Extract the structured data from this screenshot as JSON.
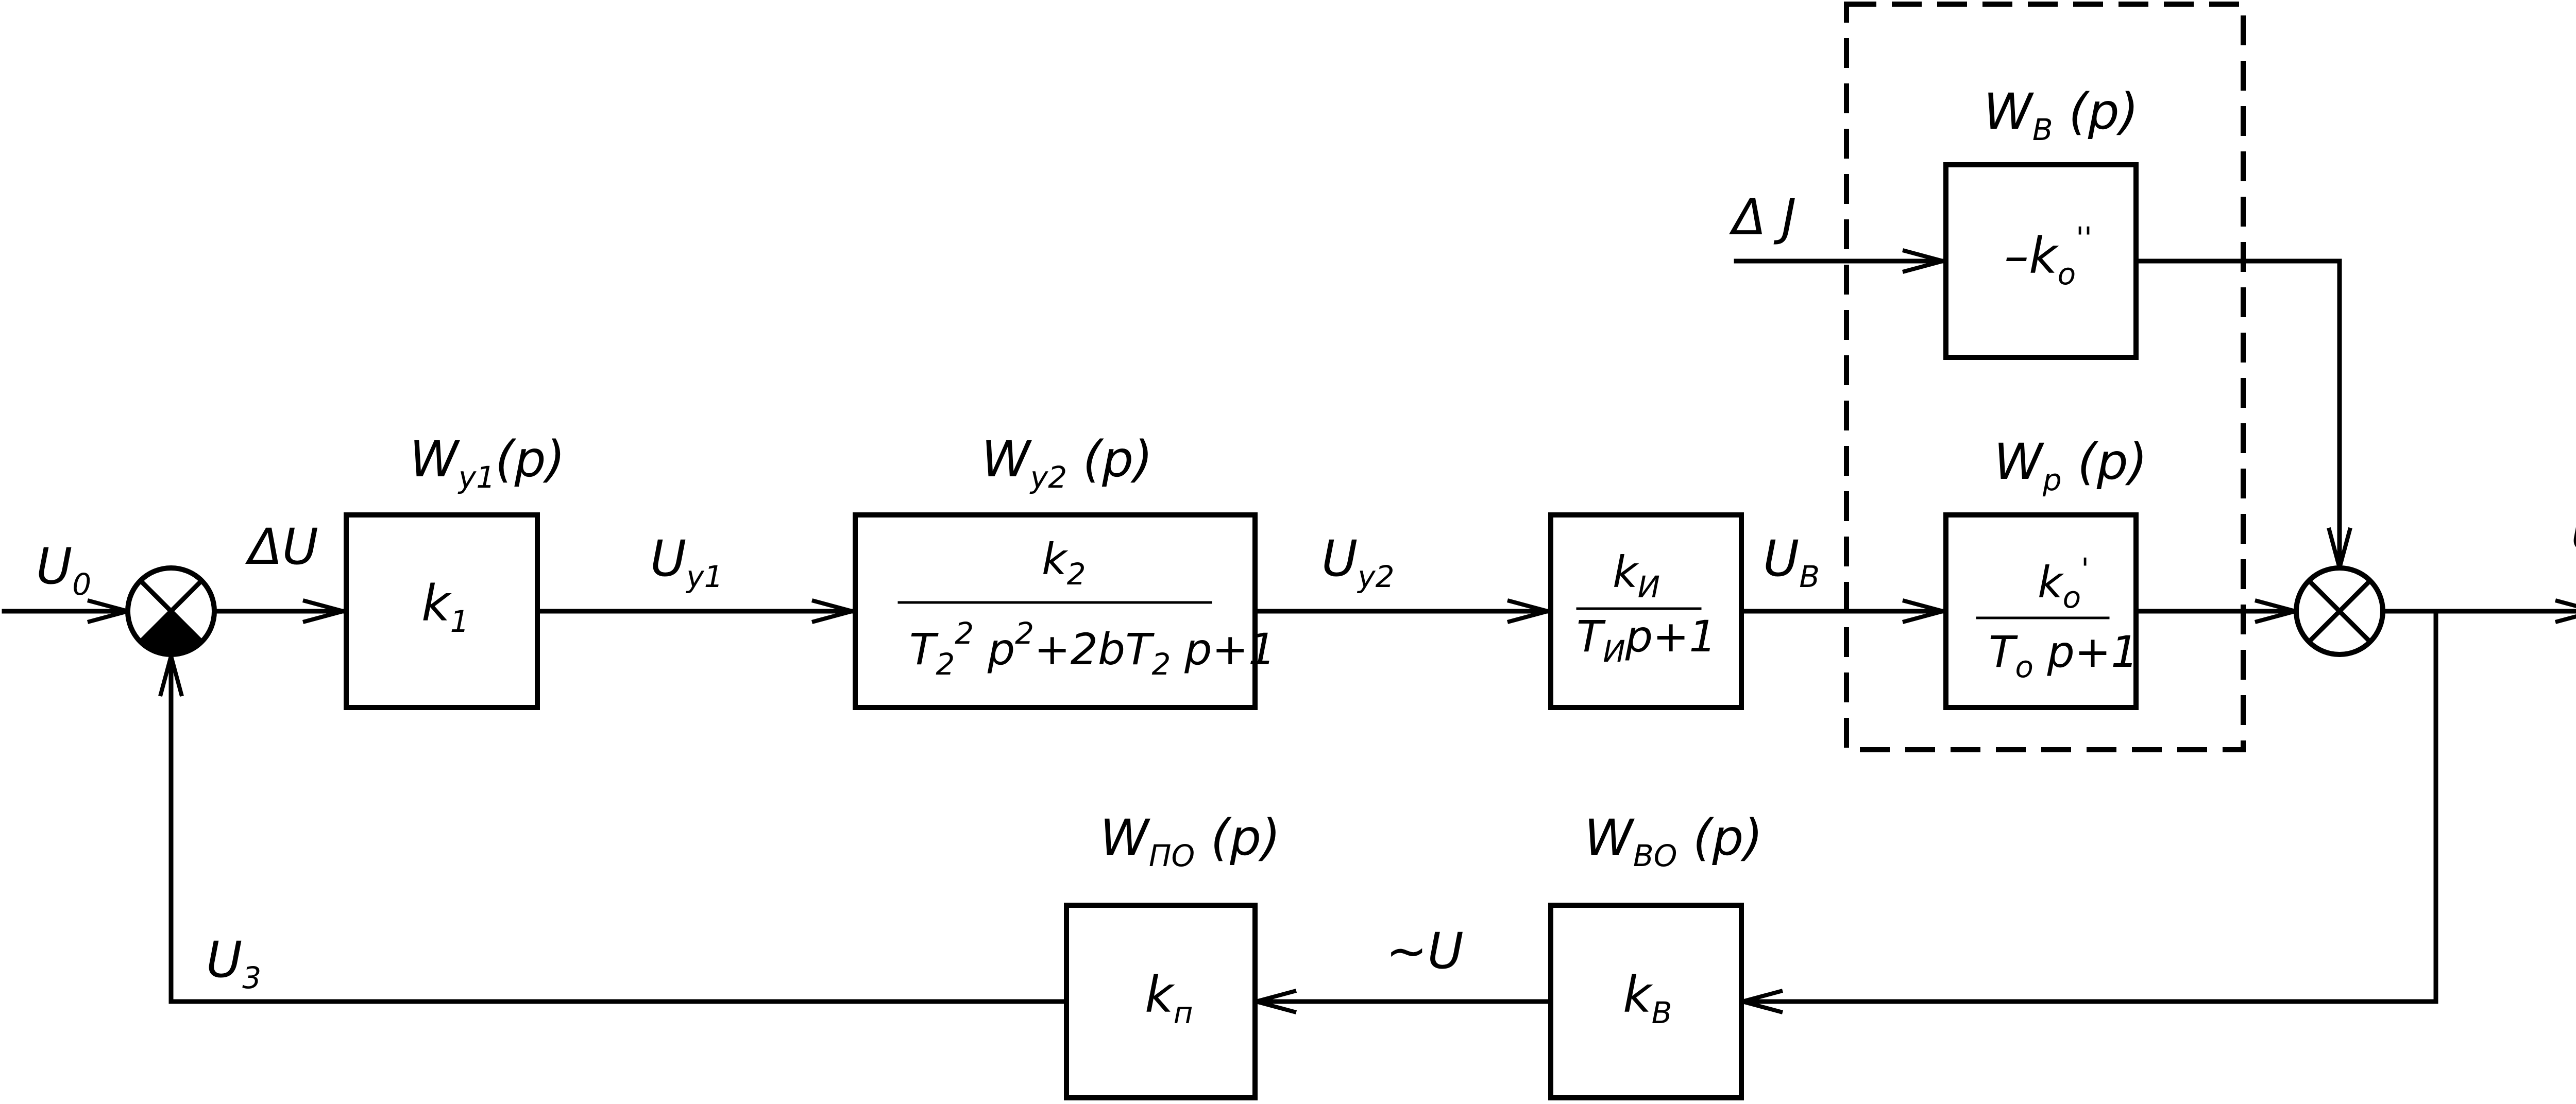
{
  "signals": {
    "u0": "U",
    "u0_sub": "0",
    "du": "ΔU",
    "uy1": "U",
    "uy1_sub": "y1",
    "uy2": "U",
    "uy2_sub": "y2",
    "ub": "U",
    "ub_sub": "B",
    "u": "U",
    "dj": "Δ J",
    "uz": "U",
    "uz_sub": "3",
    "tilde_u": "~U"
  },
  "blocks": {
    "wy1": {
      "title": "W",
      "title_sub": "y1",
      "title_arg": "(p)",
      "content": "k",
      "content_sub": "1"
    },
    "wy2": {
      "title": "W",
      "title_sub": "y2",
      "title_arg": "(p)",
      "num": "k",
      "num_sub": "2",
      "den_a": "T",
      "den_a_sub": "2",
      "den_a_sup": "2",
      "den_b": "p",
      "den_b_sup": "2",
      "den_c": "+2bT",
      "den_c_sub": "2",
      "den_d": "p+1"
    },
    "wi": {
      "num": "k",
      "num_sub": "И",
      "den": "T",
      "den_sub": "И",
      "den_rest": "p+1"
    },
    "wb": {
      "title": "W",
      "title_sub": "B",
      "title_arg": "(p)",
      "content": "–k",
      "content_sub": "o",
      "content_sup": "''"
    },
    "wp": {
      "title": "W",
      "title_sub": "p",
      "title_arg": "(p)",
      "num": "k",
      "num_sub": "o",
      "num_sup": "'",
      "den": "T",
      "den_sub": "o",
      "den_rest": "p+1"
    },
    "wpo": {
      "title": "W",
      "title_sub": "ПО",
      "title_arg": "(p)",
      "content": "k",
      "content_sub": "п"
    },
    "wbo": {
      "title": "W",
      "title_sub": "BO",
      "title_arg": "(p)",
      "content": "k",
      "content_sub": "B"
    }
  }
}
